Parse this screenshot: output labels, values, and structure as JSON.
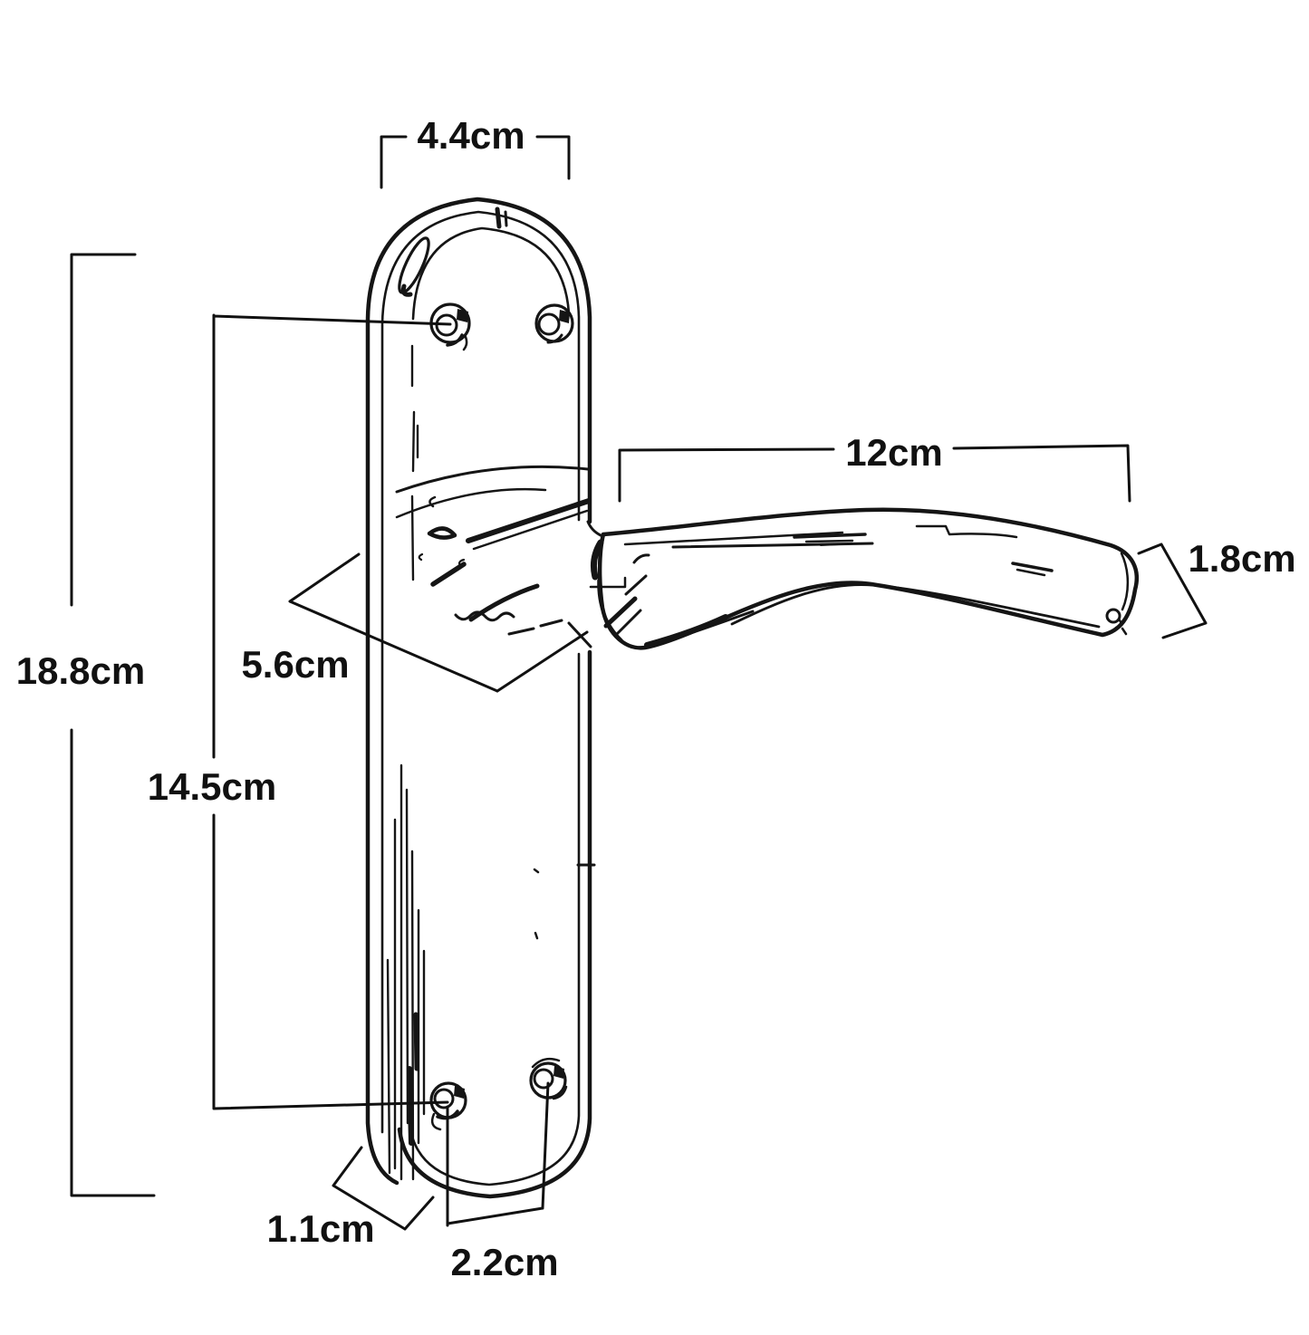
{
  "diagram": {
    "subject": "door-handle-on-backplate-dimension-sketch",
    "unit": "cm",
    "background_color": "#ffffff",
    "ink_color": "#151515",
    "dimension_line_color": "#111111",
    "measurements": [
      {
        "id": "plate-width-top",
        "text": "4.4cm",
        "value": 4.4
      },
      {
        "id": "plate-overall-height",
        "text": "18.8cm",
        "value": 18.8
      },
      {
        "id": "screw-centres-vertical",
        "text": "14.5cm",
        "value": 14.5
      },
      {
        "id": "handle-base-diagonal",
        "text": "5.6cm",
        "value": 5.6
      },
      {
        "id": "lever-length",
        "text": "12cm",
        "value": 12
      },
      {
        "id": "lever-end-thickness",
        "text": "1.8cm",
        "value": 1.8
      },
      {
        "id": "plate-edge-depth",
        "text": "1.1cm",
        "value": 1.1
      },
      {
        "id": "screw-centres-horizontal",
        "text": "2.2cm",
        "value": 2.2
      }
    ]
  }
}
